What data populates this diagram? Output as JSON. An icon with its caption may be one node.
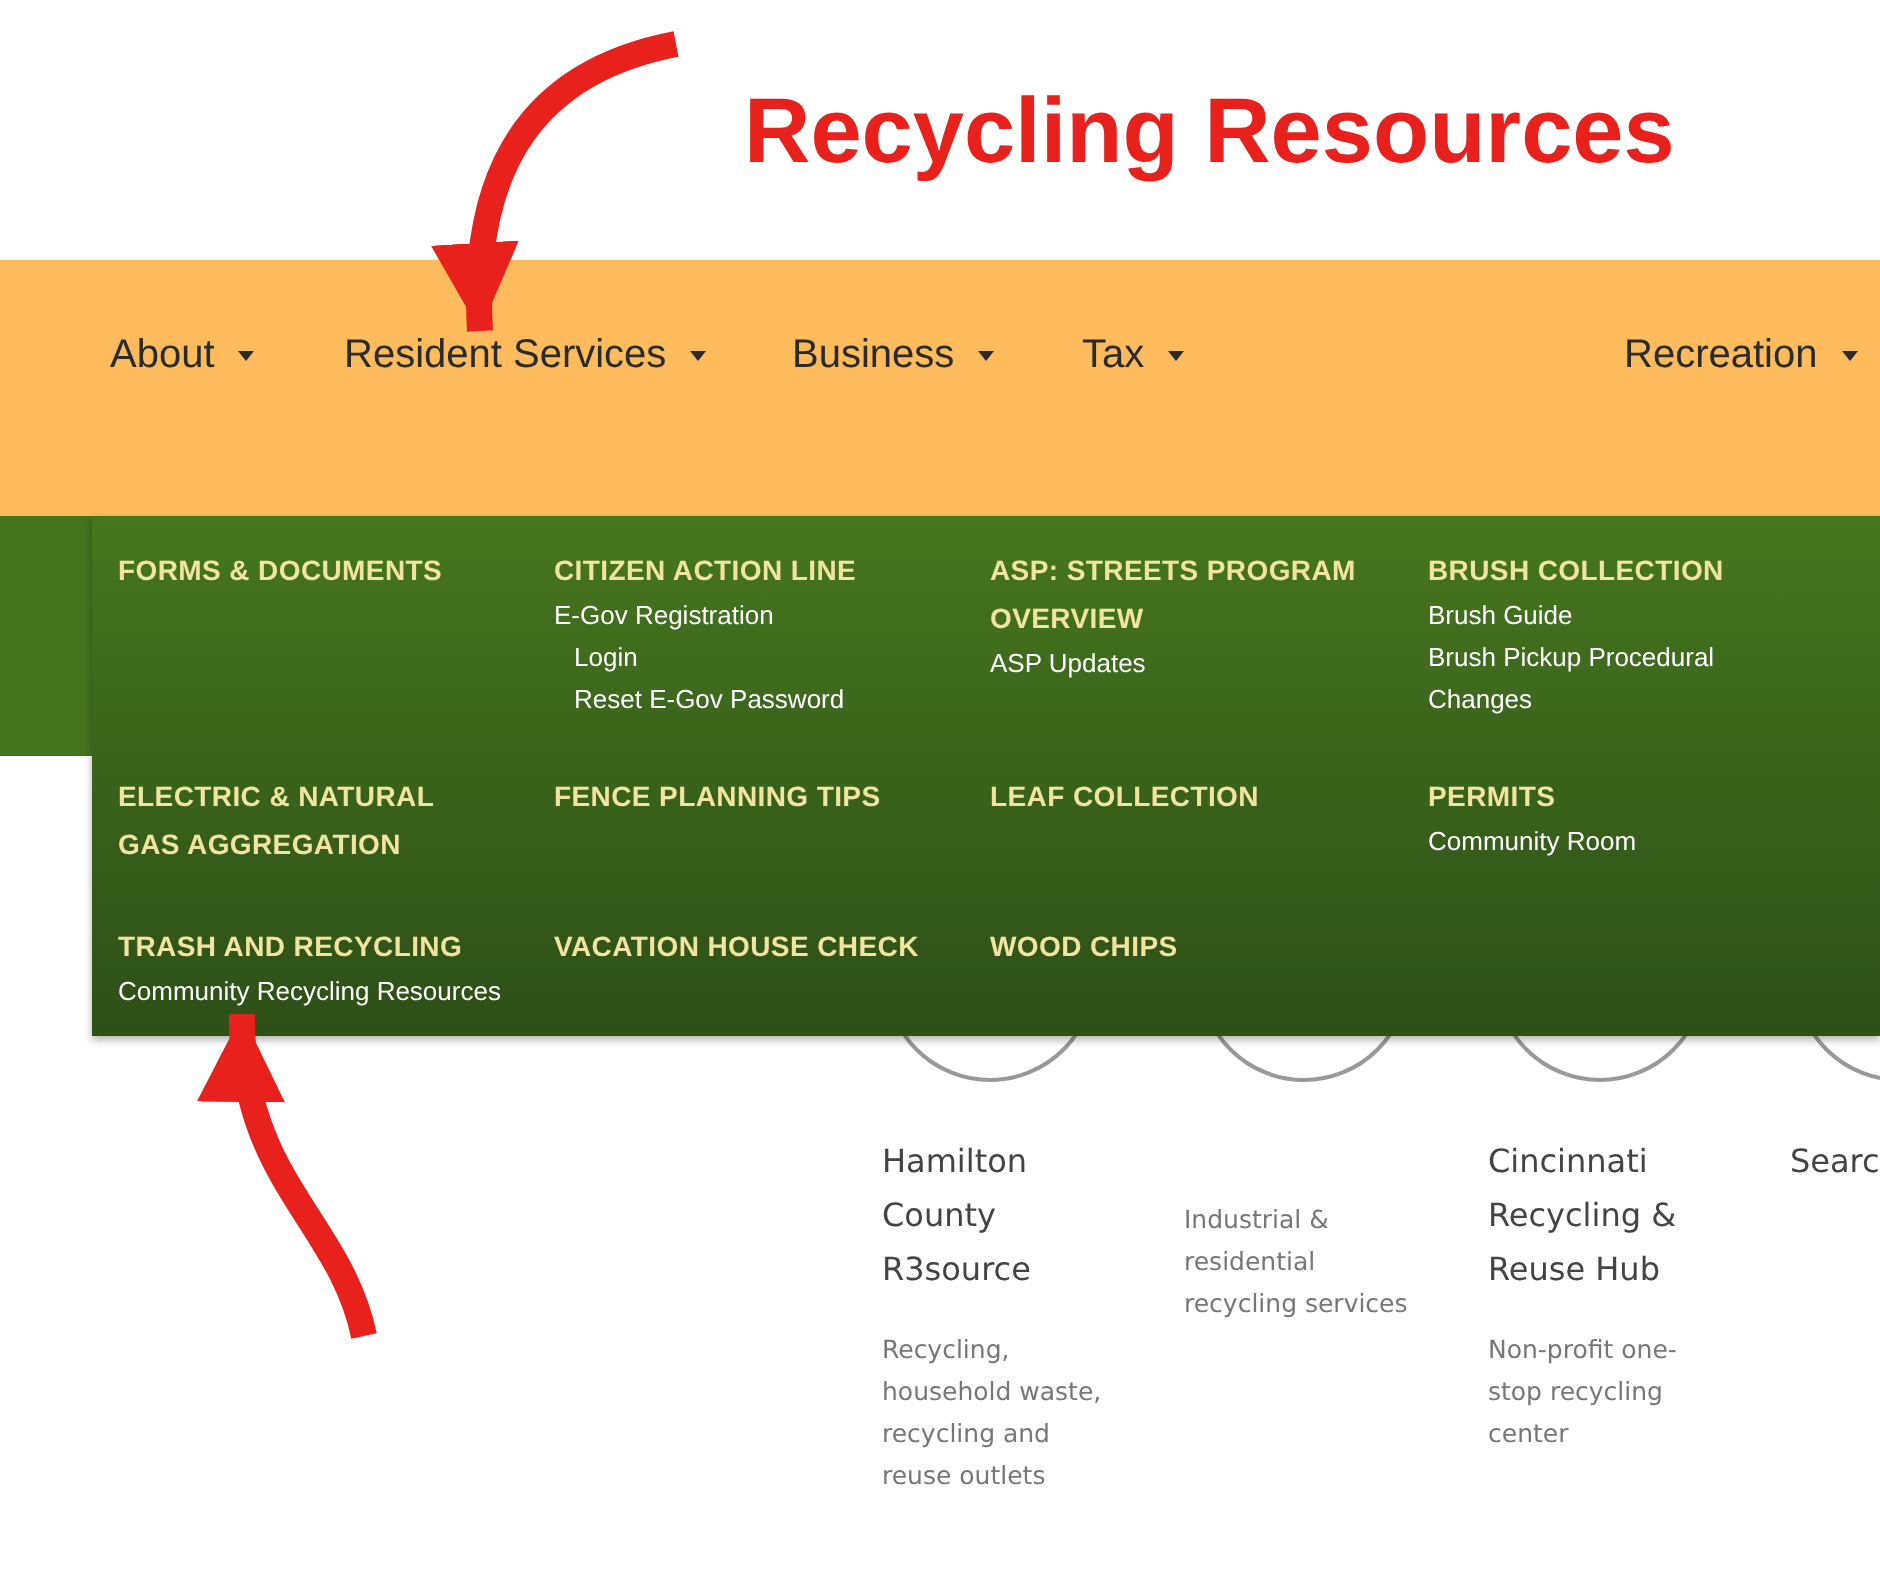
{
  "diagram": {
    "title": "Recycling Resources",
    "nodes": [
      {
        "text": [
          "About"
        ]
      },
      {
        "text": [
          "Resident Services"
        ]
      },
      {
        "text": [
          "Business"
        ]
      },
      {
        "text": [
          "Tax"
        ]
      },
      {
        "text": [
          "Recreation"
        ]
      },
      {
        "text": [],
        "shape": "box"
      },
      {
        "text": [
          "FORMS & DOCUMENTS"
        ],
        "in": 5
      },
      {
        "text": [
          "CITIZEN ACTION LINE",
          "E-Gov Registration",
          "Login",
          "Reset E-Gov Password"
        ],
        "in": 5
      },
      {
        "text": [
          "ASP: STREETS PROGRAM OVERVIEW",
          "ASP Updates"
        ],
        "in": 5
      },
      {
        "text": [
          "BRUSH COLLECTION",
          "Brush Guide",
          "Brush Pickup Procedural Changes"
        ],
        "in": 5
      },
      {
        "text": [
          "ELECTRIC & NATURAL GAS AGGREGATION"
        ],
        "in": 5
      },
      {
        "text": [
          "FENCE PLANNING TIPS"
        ],
        "in": 5
      },
      {
        "text": [
          "LEAF COLLECTION"
        ],
        "in": 5
      },
      {
        "text": [
          "PERMITS",
          "Community Room"
        ],
        "in": 5
      },
      {
        "text": [
          "TRASH AND RECYCLING",
          "Community Recycling Resources"
        ],
        "in": 5
      },
      {
        "text": [
          "VACATION HOUSE CHECK"
        ],
        "in": 5
      },
      {
        "text": [
          "WOOD CHIPS"
        ],
        "in": 5
      },
      {
        "text": [
          "Hamilton County R3source",
          "Recycling, household waste, recycling and reuse outlets"
        ]
      },
      {
        "text": [
          "Industrial & residential recycling services"
        ]
      },
      {
        "text": [
          "Cincinnati Recycling & Reuse Hub",
          "Non-profit one-stop recycling center"
        ]
      },
      {
        "text": [
          "Searc"
        ]
      }
    ],
    "edges": [
      {
        "from": null,
        "to": 1,
        "arrow": "to"
      },
      {
        "from": null,
        "to": 14,
        "arrow": "to"
      }
    ]
  }
}
